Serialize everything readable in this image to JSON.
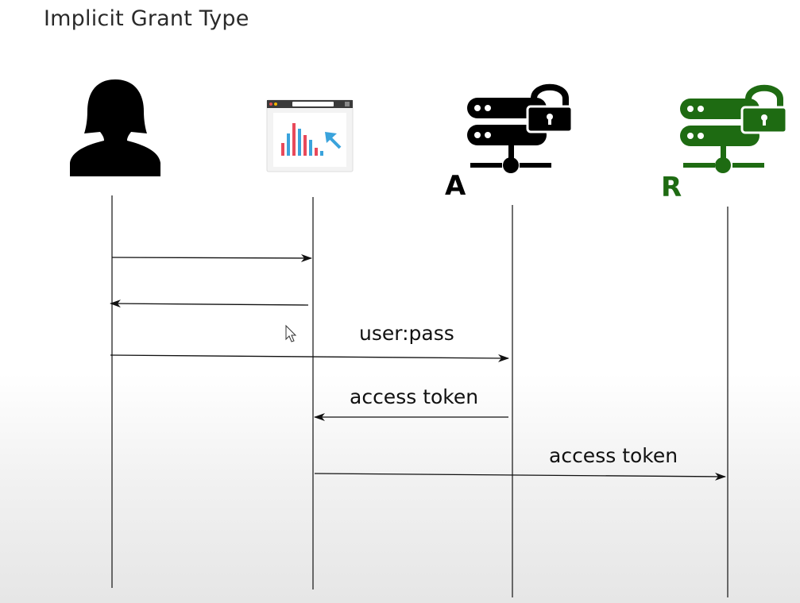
{
  "title": "Implicit Grant Type",
  "actors": [
    {
      "name": "user-icon"
    },
    {
      "name": "browser-app-icon"
    },
    {
      "name": "auth-server-icon",
      "label": "A",
      "color": "#000000"
    },
    {
      "name": "resource-server-icon",
      "label": "R",
      "color": "#1e6b12"
    }
  ],
  "messages": [
    {
      "label": ""
    },
    {
      "label": ""
    },
    {
      "label": "user:pass"
    },
    {
      "label": "access token"
    },
    {
      "label": "access token"
    }
  ]
}
